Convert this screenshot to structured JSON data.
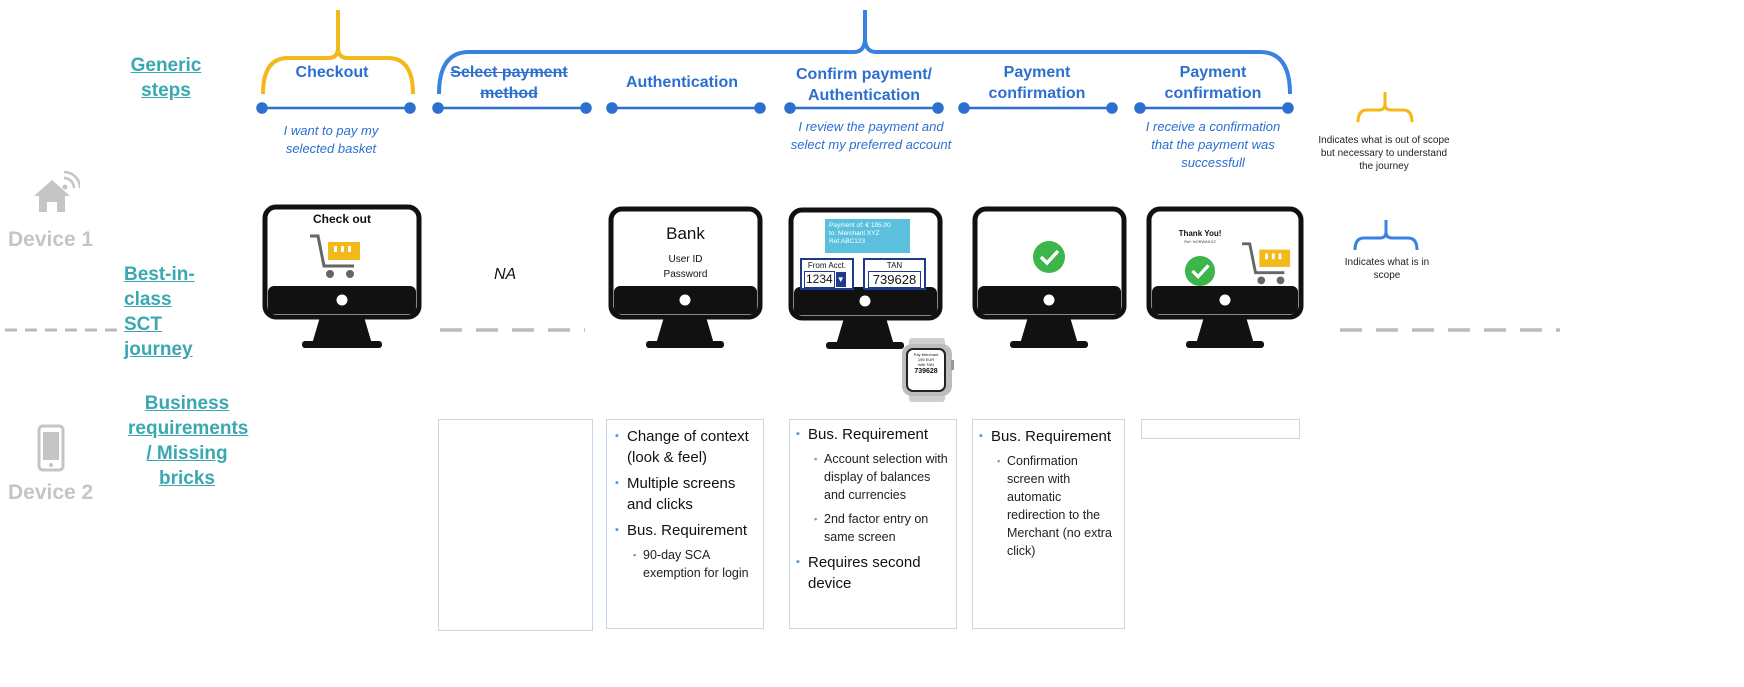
{
  "row_labels": {
    "generic": "Generic steps",
    "bestinclass": "Best-in-class SCT journey",
    "business": "Business requirements / Missing bricks"
  },
  "devices": {
    "device1": "Device 1",
    "device2": "Device 2"
  },
  "steps": [
    {
      "label": "Checkout",
      "description": "I want to pay my selected basket"
    },
    {
      "label": "Select payment method",
      "description": ""
    },
    {
      "label": "Authentication",
      "description": ""
    },
    {
      "label": "Confirm payment/ Authentication",
      "description": "I review the payment and select my preferred account"
    },
    {
      "label": "Payment confirmation",
      "description": ""
    },
    {
      "label": "Payment confirmation",
      "description": "I receive a confirmation that the payment was successfull"
    }
  ],
  "screens": {
    "checkout_title": "Check out",
    "na": "NA",
    "bank_title": "Bank",
    "bank_user": "User ID",
    "bank_password": "Password",
    "payment_info_line1": "Payment of: € 195.00",
    "payment_info_line2": "to: Merchant XYZ",
    "payment_info_line3": "Ref:ABC123",
    "from_acct_label": "From Acct.",
    "from_acct_value": "1234",
    "tan_label": "TAN",
    "tan_value": "739628",
    "watch_line1": "Pay Merchant",
    "watch_line2": "195 EUR",
    "watch_line3": "with TAN",
    "watch_value": "739628",
    "thankyou_title": "Thank You!",
    "thankyou_sub": "Ref: NORWAKDZ"
  },
  "legend": {
    "out_of_scope": "Indicates what is out of scope but necessary to understand the journey",
    "in_scope": "Indicates what is in scope"
  },
  "requirements": {
    "authentication": [
      {
        "level": 1,
        "text": "Change of context (look & feel)"
      },
      {
        "level": 1,
        "text": "Multiple screens and clicks"
      },
      {
        "level": 1,
        "text": "Bus. Requirement"
      },
      {
        "level": 2,
        "text": "90-day SCA exemption for login"
      }
    ],
    "confirm": [
      {
        "level": 1,
        "text": "Bus. Requirement"
      },
      {
        "level": 2,
        "text": "Account selection with display of balances and currencies"
      },
      {
        "level": 2,
        "text": "2nd factor entry on same screen"
      },
      {
        "level": 1,
        "text": "Requires second device"
      }
    ],
    "payment_confirmation": [
      {
        "level": 1,
        "text": "Bus. Requirement"
      },
      {
        "level": 2,
        "text": "Confirmation screen with automatic redirection to the Merchant (no extra click)"
      }
    ]
  },
  "colors": {
    "in_scope": "#3b82e0",
    "out_of_scope": "#f3b81a",
    "row_label": "#3aa8b0",
    "step_text": "#2b6fd0",
    "check": "#3cb54a"
  }
}
